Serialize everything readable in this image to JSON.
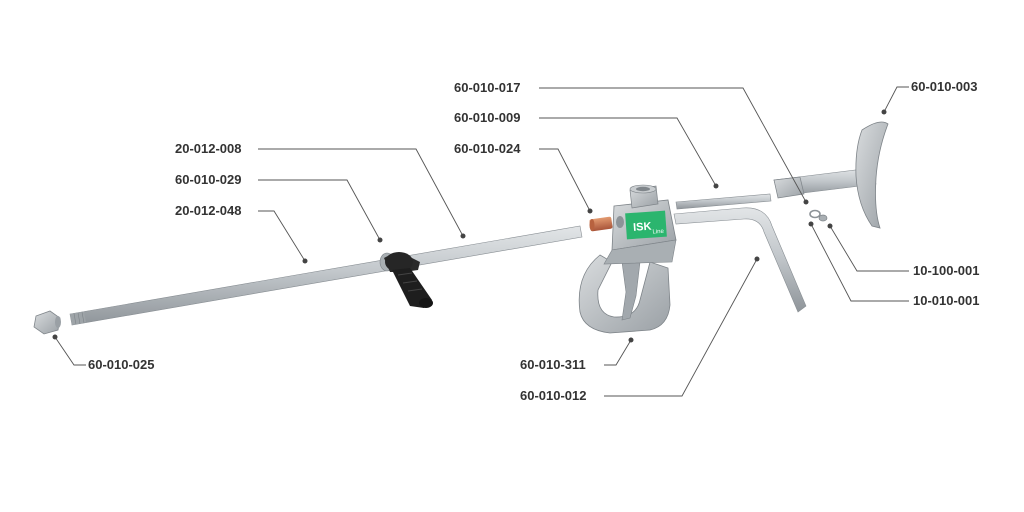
{
  "diagram": {
    "parts": [
      {
        "id": "p1",
        "label": "60-010-017"
      },
      {
        "id": "p2",
        "label": "60-010-009"
      },
      {
        "id": "p3",
        "label": "60-010-024"
      },
      {
        "id": "p4",
        "label": "20-012-008"
      },
      {
        "id": "p5",
        "label": "60-010-029"
      },
      {
        "id": "p6",
        "label": "20-012-048"
      },
      {
        "id": "p7",
        "label": "60-010-025"
      },
      {
        "id": "p8",
        "label": "60-010-311"
      },
      {
        "id": "p9",
        "label": "60-010-012"
      },
      {
        "id": "p10",
        "label": "60-010-003"
      },
      {
        "id": "p11",
        "label": "10-100-001"
      },
      {
        "id": "p12",
        "label": "10-010-001"
      }
    ],
    "gun_badge": {
      "brand": "ISK",
      "model": "Line"
    },
    "colors": {
      "metal": "#b9bec2",
      "metal_dark": "#8d9398",
      "grip": "#222222",
      "badge": "#2bb56e",
      "brass": "#c9714a",
      "label": "#333333"
    }
  }
}
